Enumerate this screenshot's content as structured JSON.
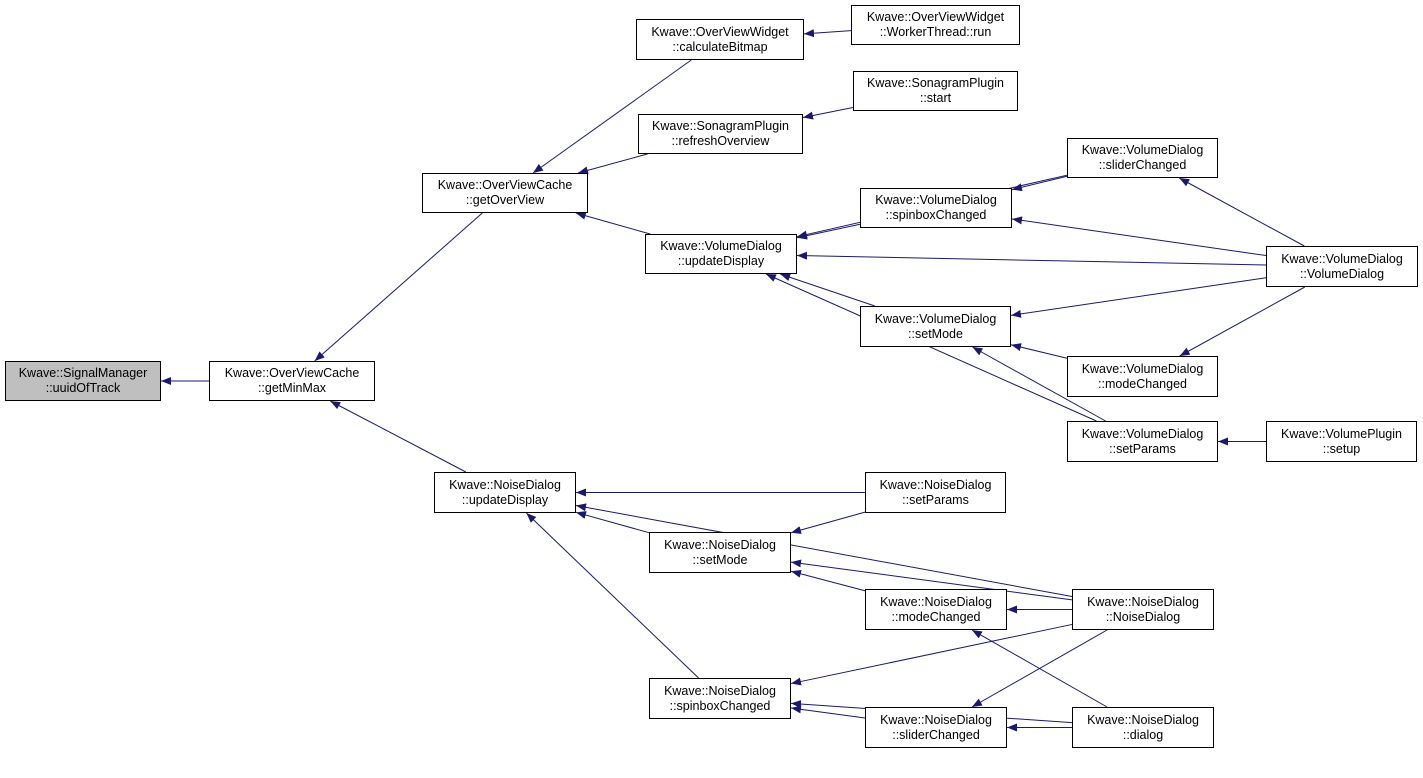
{
  "graph": {
    "edge_color": "#191970",
    "root_fill": "#bfbfbf",
    "nodes": [
      {
        "id": "uuidOfTrack",
        "line1": "Kwave::SignalManager",
        "line2": "::uuidOfTrack"
      },
      {
        "id": "getMinMax",
        "line1": "Kwave::OverViewCache",
        "line2": "::getMinMax"
      },
      {
        "id": "getOverView",
        "line1": "Kwave::OverViewCache",
        "line2": "::getOverView"
      },
      {
        "id": "calculateBitmap",
        "line1": "Kwave::OverViewWidget",
        "line2": "::calculateBitmap"
      },
      {
        "id": "workerRun",
        "line1": "Kwave::OverViewWidget",
        "line2": "::WorkerThread::run"
      },
      {
        "id": "refreshOverview",
        "line1": "Kwave::SonagramPlugin",
        "line2": "::refreshOverview"
      },
      {
        "id": "sonaStart",
        "line1": "Kwave::SonagramPlugin",
        "line2": "::start"
      },
      {
        "id": "vdUpdateDisplay",
        "line1": "Kwave::VolumeDialog",
        "line2": "::updateDisplay"
      },
      {
        "id": "vdSpinboxChanged",
        "line1": "Kwave::VolumeDialog",
        "line2": "::spinboxChanged"
      },
      {
        "id": "vdSliderChanged",
        "line1": "Kwave::VolumeDialog",
        "line2": "::sliderChanged"
      },
      {
        "id": "vdVolumeDialog",
        "line1": "Kwave::VolumeDialog",
        "line2": "::VolumeDialog"
      },
      {
        "id": "vdSetMode",
        "line1": "Kwave::VolumeDialog",
        "line2": "::setMode"
      },
      {
        "id": "vdModeChanged",
        "line1": "Kwave::VolumeDialog",
        "line2": "::modeChanged"
      },
      {
        "id": "vdSetParams",
        "line1": "Kwave::VolumeDialog",
        "line2": "::setParams"
      },
      {
        "id": "vpSetup",
        "line1": "Kwave::VolumePlugin",
        "line2": "::setup"
      },
      {
        "id": "ndUpdateDisplay",
        "line1": "Kwave::NoiseDialog",
        "line2": "::updateDisplay"
      },
      {
        "id": "ndSetParams",
        "line1": "Kwave::NoiseDialog",
        "line2": "::setParams"
      },
      {
        "id": "ndSetMode",
        "line1": "Kwave::NoiseDialog",
        "line2": "::setMode"
      },
      {
        "id": "ndModeChanged",
        "line1": "Kwave::NoiseDialog",
        "line2": "::modeChanged"
      },
      {
        "id": "ndNoiseDialog",
        "line1": "Kwave::NoiseDialog",
        "line2": "::NoiseDialog"
      },
      {
        "id": "ndSpinboxChanged",
        "line1": "Kwave::NoiseDialog",
        "line2": "::spinboxChanged"
      },
      {
        "id": "ndSliderChanged",
        "line1": "Kwave::NoiseDialog",
        "line2": "::sliderChanged"
      },
      {
        "id": "ndDialog",
        "line1": "Kwave::NoiseDialog",
        "line2": "::dialog"
      }
    ],
    "edges": [
      {
        "from": "getMinMax",
        "to": "uuidOfTrack"
      },
      {
        "from": "getOverView",
        "to": "getMinMax"
      },
      {
        "from": "ndUpdateDisplay",
        "to": "getMinMax"
      },
      {
        "from": "calculateBitmap",
        "to": "getOverView"
      },
      {
        "from": "refreshOverview",
        "to": "getOverView"
      },
      {
        "from": "vdUpdateDisplay",
        "to": "getOverView"
      },
      {
        "from": "workerRun",
        "to": "calculateBitmap"
      },
      {
        "from": "sonaStart",
        "to": "refreshOverview"
      },
      {
        "from": "vdSliderChanged",
        "to": "vdUpdateDisplay"
      },
      {
        "from": "vdSpinboxChanged",
        "to": "vdUpdateDisplay"
      },
      {
        "from": "vdVolumeDialog",
        "to": "vdUpdateDisplay"
      },
      {
        "from": "vdSetMode",
        "to": "vdUpdateDisplay"
      },
      {
        "from": "vdSetParams",
        "to": "vdUpdateDisplay"
      },
      {
        "from": "vdSliderChanged",
        "to": "vdSpinboxChanged"
      },
      {
        "from": "vdVolumeDialog",
        "to": "vdSpinboxChanged"
      },
      {
        "from": "vdVolumeDialog",
        "to": "vdSliderChanged"
      },
      {
        "from": "vdVolumeDialog",
        "to": "vdSetMode"
      },
      {
        "from": "vdModeChanged",
        "to": "vdSetMode"
      },
      {
        "from": "vdSetParams",
        "to": "vdSetMode"
      },
      {
        "from": "vdVolumeDialog",
        "to": "vdModeChanged"
      },
      {
        "from": "vpSetup",
        "to": "vdSetParams"
      },
      {
        "from": "ndNoiseDialog",
        "to": "ndUpdateDisplay"
      },
      {
        "from": "ndSetParams",
        "to": "ndUpdateDisplay"
      },
      {
        "from": "ndSetMode",
        "to": "ndUpdateDisplay"
      },
      {
        "from": "ndSpinboxChanged",
        "to": "ndUpdateDisplay"
      },
      {
        "from": "ndSetParams",
        "to": "ndSetMode"
      },
      {
        "from": "ndNoiseDialog",
        "to": "ndSetMode"
      },
      {
        "from": "ndModeChanged",
        "to": "ndSetMode"
      },
      {
        "from": "ndNoiseDialog",
        "to": "ndModeChanged"
      },
      {
        "from": "ndDialog",
        "to": "ndModeChanged"
      },
      {
        "from": "ndNoiseDialog",
        "to": "ndSpinboxChanged"
      },
      {
        "from": "ndSliderChanged",
        "to": "ndSpinboxChanged"
      },
      {
        "from": "ndDialog",
        "to": "ndSpinboxChanged"
      },
      {
        "from": "ndNoiseDialog",
        "to": "ndSliderChanged"
      },
      {
        "from": "ndDialog",
        "to": "ndSliderChanged"
      }
    ]
  }
}
